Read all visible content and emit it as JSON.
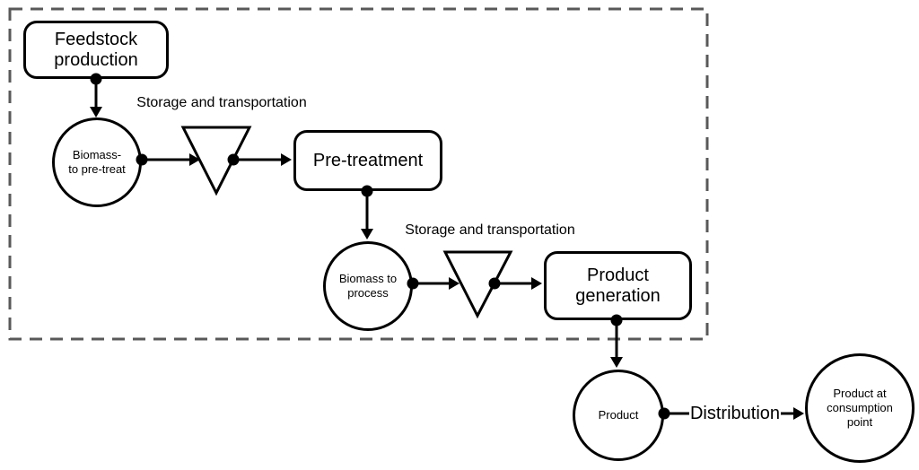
{
  "colors": {
    "stroke": "#000000",
    "boundary": "#595959",
    "background": "#ffffff"
  },
  "nodes": {
    "feedstock_production": {
      "label": "Feedstock\nproduction",
      "shape": "rounded-box"
    },
    "biomass_to_pretreat": {
      "label": "Biomass-\nto pre-treat",
      "shape": "circle"
    },
    "pre_treatment": {
      "label": "Pre-treatment",
      "shape": "rounded-box"
    },
    "biomass_to_process": {
      "label": "Biomass to\nprocess",
      "shape": "circle"
    },
    "product_generation": {
      "label": "Product\ngeneration",
      "shape": "rounded-box"
    },
    "product": {
      "label": "Product",
      "shape": "circle"
    },
    "product_at_consumption": {
      "label": "Product at\nconsumption\npoint",
      "shape": "circle"
    }
  },
  "storage_symbols": {
    "storage_transport_1": {
      "label": "Storage and transportation",
      "shape": "inverted-triangle"
    },
    "storage_transport_2": {
      "label": "Storage and transportation",
      "shape": "inverted-triangle"
    }
  },
  "flows": {
    "distribution": {
      "label": "Distribution"
    }
  }
}
